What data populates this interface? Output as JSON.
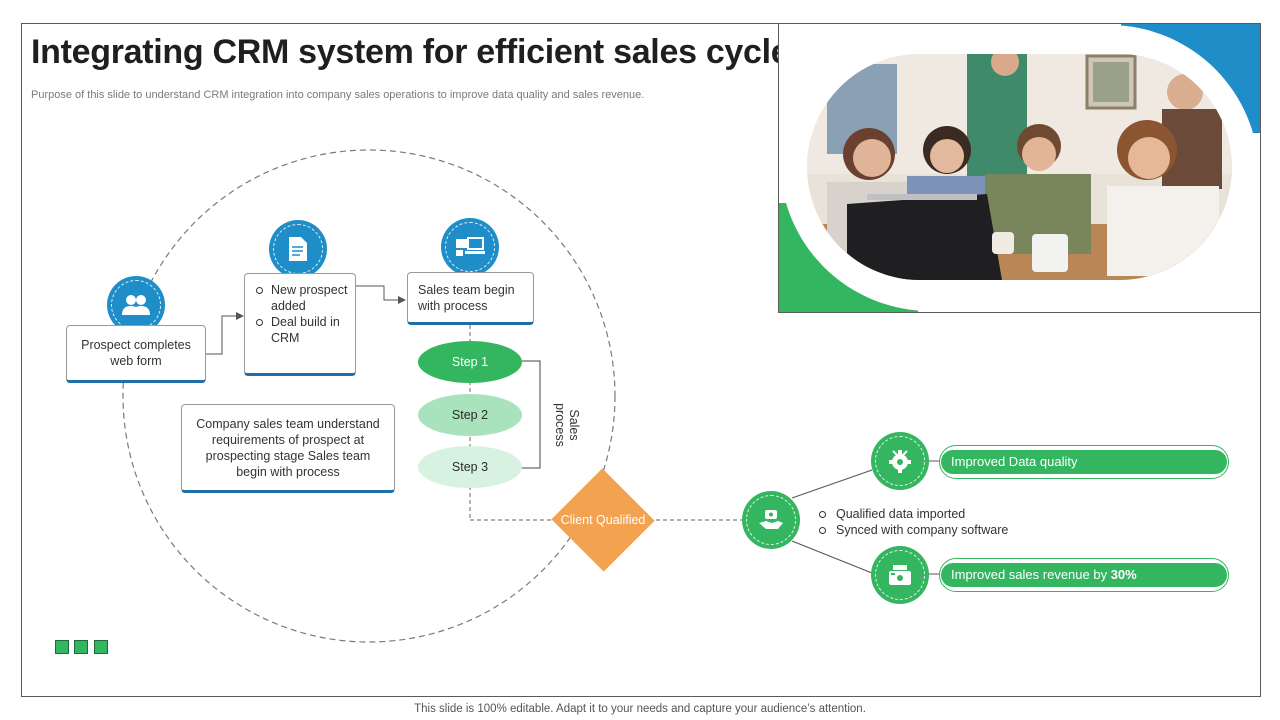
{
  "title": "Integrating CRM system for efficient sales cycle",
  "subtitle": "Purpose of this slide to understand CRM integration into company sales operations to improve data quality and sales revenue.",
  "footer": "This slide is 100% editable. Adapt it to your needs and capture your audience’s attention.",
  "colors": {
    "blue": "#1e8dc8",
    "green": "#34b55f",
    "orange": "#f2a250",
    "light_green_1": "#a8e3bd",
    "light_green_2": "#d7f2e0"
  },
  "flow": {
    "prospect_box": "Prospect completes web form",
    "new_prospect_items": [
      "New prospect added",
      "Deal build in CRM"
    ],
    "sales_team_box": "Sales team begin with process",
    "company_box": "Company sales team understand requirements of prospect at prospecting stage Sales team begin with process",
    "steps": [
      "Step 1",
      "Step 2",
      "Step 3"
    ],
    "sales_process_label": "Sales process",
    "client_qualified": "Client Qualified"
  },
  "outcomes": {
    "mid_bullets": [
      "Qualified data imported",
      "Synced with company software"
    ],
    "improved_data_quality": "Improved Data quality",
    "improved_revenue_prefix": "Improved sales revenue by ",
    "improved_revenue_value": "30%"
  },
  "icons": {
    "prospect": "users-icon",
    "new_prospect": "document-icon",
    "sales_team": "devices-icon",
    "center": "handshake-icon",
    "data_quality": "gear-bot-icon",
    "revenue": "cash-register-icon"
  }
}
